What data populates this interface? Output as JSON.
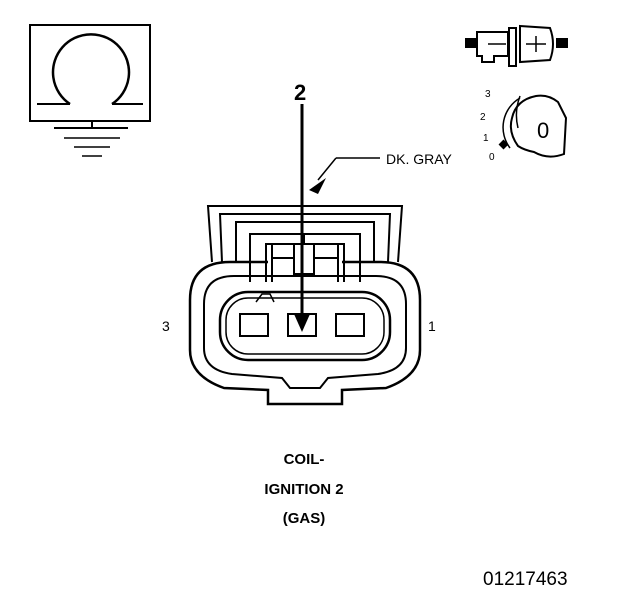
{
  "pin_callout": {
    "number": "2",
    "wire_color_label": "DK. GRAY"
  },
  "connector": {
    "left_cavity_label": "3",
    "right_cavity_label": "1"
  },
  "ignition_key": {
    "position_labels": [
      "3",
      "2",
      "1",
      "0"
    ],
    "key_face_label": "0"
  },
  "component_caption": {
    "line1": "COIL-",
    "line2": "IGNITION 2",
    "line3": "(GAS)"
  },
  "figure_id": "01217463",
  "icons": [
    "coil-symbol-icon",
    "ground-icon",
    "connector-mating-icon",
    "ignition-key-icon"
  ]
}
